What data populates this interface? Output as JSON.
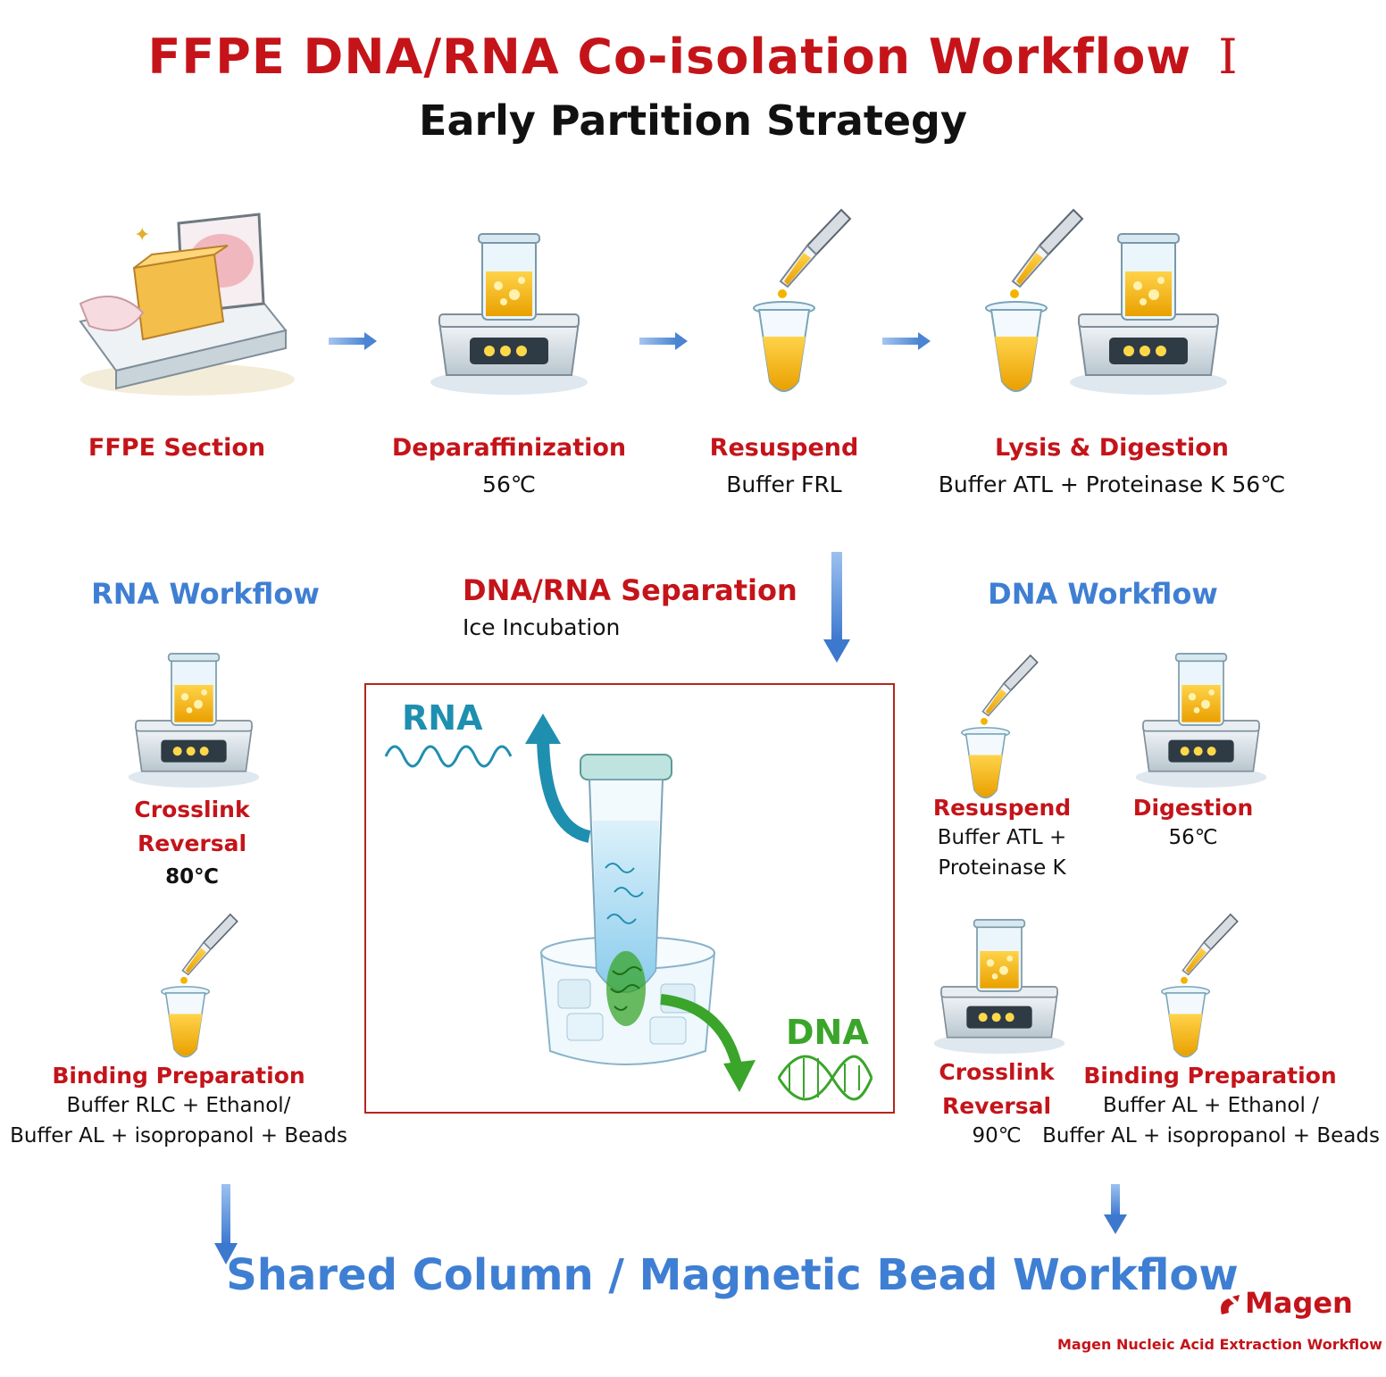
{
  "header": {
    "title": "FFPE DNA/RNA Co-isolation Workflow",
    "title_numeral": "Ⅰ",
    "subtitle": "Early Partition Strategy"
  },
  "top_steps": [
    {
      "label": "FFPE Section",
      "detail": "",
      "icon": "ffpe-section-icon"
    },
    {
      "label": "Deparaffinization",
      "detail": "56℃",
      "icon": "heat-block-icon"
    },
    {
      "label": "Resuspend",
      "detail": "Buffer  FRL",
      "icon": "pipette-tube-icon"
    },
    {
      "label": "Lysis & Digestion",
      "detail": "Buffer  ATL + Proteinase  K  56℃",
      "icon": "pipette-heat-block-icon"
    }
  ],
  "separation": {
    "label": "DNA/RNA Separation",
    "detail": "Ice Incubation",
    "rna_label": "RNA",
    "dna_label": "DNA"
  },
  "rna_workflow": {
    "heading": "RNA Workflow",
    "steps": [
      {
        "label_line1": "Crosslink",
        "label_line2": "Reversal",
        "detail": "80℃",
        "icon": "heat-block-icon"
      },
      {
        "label": "Binding  Preparation",
        "detail_line1": "Buffer RLC + Ethanol/",
        "detail_line2": "Buffer AL  + isopropanol + Beads",
        "icon": "pipette-tube-icon"
      }
    ]
  },
  "dna_workflow": {
    "heading": "DNA Workflow",
    "steps": [
      {
        "label": "Resuspend",
        "detail_line1": "Buffer ATL +",
        "detail_line2": "Proteinase K",
        "icon": "pipette-tube-icon"
      },
      {
        "label": "Digestion",
        "detail": "56℃",
        "icon": "heat-block-icon"
      },
      {
        "label_line1": "Crosslink",
        "label_line2": "Reversal",
        "detail": "90℃",
        "icon": "heat-block-icon"
      },
      {
        "label": "Binding  Preparation",
        "detail_line1": "Buffer AL + Ethanol /",
        "detail_line2": "Buffer AL  + isopropanol + Beads",
        "icon": "pipette-tube-icon"
      }
    ]
  },
  "footer": {
    "shared": "Shared Column / Magnetic Bead Workflow",
    "logo": "Magen",
    "logo_sub": "Magen Nucleic Acid Extraction Workflow"
  },
  "colors": {
    "title_red": "#c4141a",
    "workflow_blue": "#3f7fd3",
    "rna_teal": "#1f8fb0",
    "dna_green": "#3aa52a",
    "arrow_blue": "#5b8fd6"
  }
}
